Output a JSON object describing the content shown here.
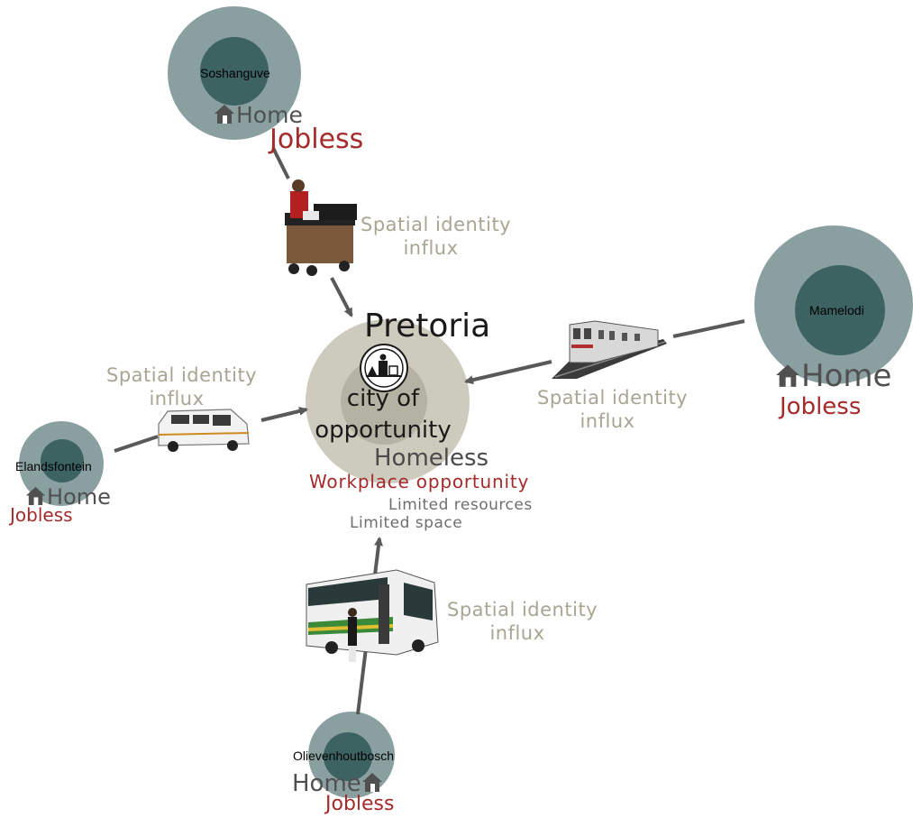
{
  "center": {
    "title": "Pretoria",
    "line1": "city of",
    "line2": "opportunity",
    "homeless": "Homeless",
    "workplace": "Workplace opportunity",
    "limited_resources": "Limited resources",
    "limited_space": "Limited space"
  },
  "nodes": {
    "soshanguve": {
      "name": "Soshanguve",
      "home": "Home",
      "jobless": "Jobless"
    },
    "mamelodi": {
      "name": "Mamelodi",
      "home": "Home",
      "jobless": "Jobless"
    },
    "elandsfontein": {
      "name": "Elandsfontein",
      "home": "Home",
      "jobless": "Jobless"
    },
    "olievenhoutbosch": {
      "name": "Olievenhoutbosch",
      "home": "Home",
      "jobless": "Jobless"
    }
  },
  "flows": {
    "north": {
      "line1": "Spatial identity",
      "line2": "influx",
      "transport": "street-vendor-cart"
    },
    "east": {
      "line1": "Spatial identity",
      "line2": "influx",
      "transport": "train"
    },
    "west": {
      "line1": "Spatial identity",
      "line2": "influx",
      "transport": "minibus-taxi"
    },
    "south": {
      "line1": "Spatial identity",
      "line2": "influx",
      "transport": "bus"
    }
  },
  "colors": {
    "outer_ring": "#8a9f9f",
    "inner_ring": "#3d6262",
    "center_outer": "#cdcbbd",
    "center_inner": "#b4b2a2",
    "arrow": "#595959",
    "jobless": "#a52a2a",
    "flow_text": "#a8a593"
  }
}
